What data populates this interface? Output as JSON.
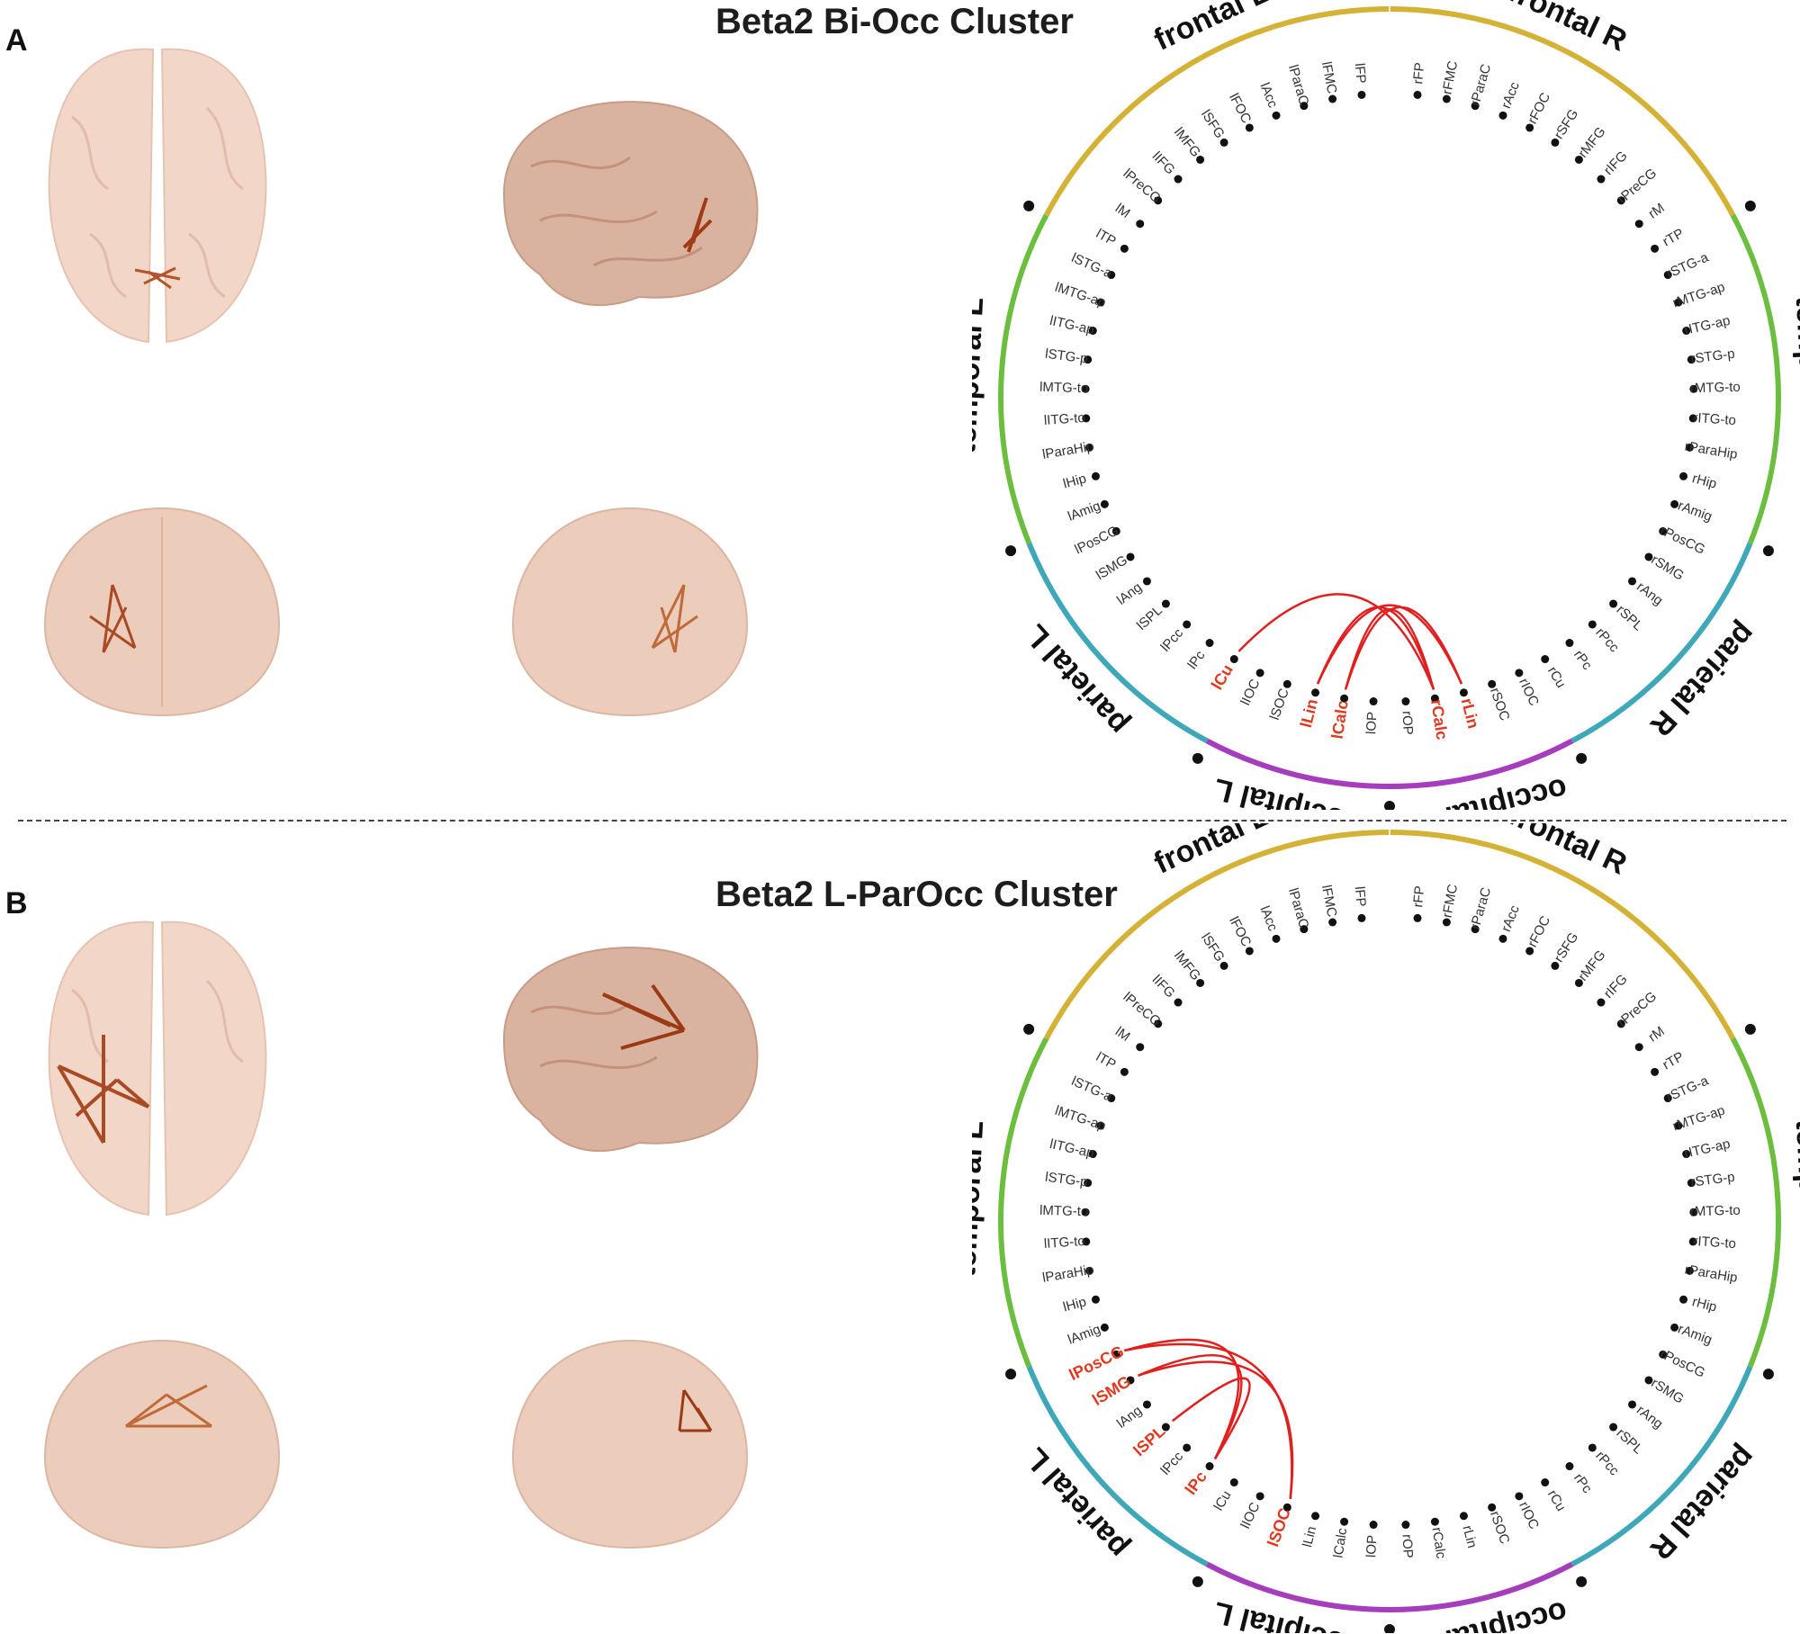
{
  "regions": [
    "lFP",
    "lFMC",
    "lParaC",
    "lAcc",
    "lFOC",
    "lSFG",
    "lMFG",
    "lIFG",
    "lPreCG",
    "lM",
    "lTP",
    "lSTG-a",
    "lMTG-ap",
    "lITG-ap",
    "lSTG-p",
    "lMTG-to",
    "lITG-to",
    "lParaHip",
    "lHip",
    "lAmig",
    "lPosCG",
    "lSMG",
    "lAng",
    "lSPL",
    "lPcc",
    "lPc",
    "lCu",
    "lIOC",
    "lSOC",
    "lLin",
    "lCalc",
    "lOP",
    "rOP",
    "rCalc",
    "rLin",
    "rSOC",
    "rIOC",
    "rCu",
    "rPc",
    "rPcc",
    "rSPL",
    "rAng",
    "rSMG",
    "rPosCG",
    "rAmig",
    "rHip",
    "rParaHip",
    "rITG-to",
    "rMTG-to",
    "rSTG-p",
    "rITG-ap",
    "rMTG-ap",
    "rSTG-a",
    "rTP",
    "rM",
    "rPreCG",
    "rIFG",
    "rMFG",
    "rSFG",
    "rFOC",
    "rAcc",
    "rParaC",
    "rFMC",
    "rFP"
  ],
  "lobes": [
    {
      "label": "frontal L",
      "color": "#d4b236"
    },
    {
      "label": "frontal R",
      "color": "#d4b236"
    },
    {
      "label": "temporal L",
      "color": "#6cbf3e"
    },
    {
      "label": "temporal R",
      "color": "#6cbf3e"
    },
    {
      "label": "parietal L",
      "color": "#3fa8b8"
    },
    {
      "label": "parietal R",
      "color": "#3fa8b8"
    },
    {
      "label": "occipital L",
      "color": "#a53dbd"
    },
    {
      "label": "occipital R",
      "color": "#a53dbd"
    }
  ],
  "colors": {
    "highlight": "#e0391f",
    "edge": "#e0201e",
    "node": "#111111",
    "label": "#333333"
  },
  "panels": [
    {
      "letter": "A",
      "title": "Beta2 Bi-Occ Cluster",
      "highlighted": [
        "lCu",
        "lLin",
        "lCalc",
        "rCalc",
        "rLin"
      ],
      "connections": [
        [
          "lCu",
          "rCalc"
        ],
        [
          "lLin",
          "rLin"
        ],
        [
          "lLin",
          "rCalc"
        ],
        [
          "lCalc",
          "rLin"
        ],
        [
          "lCalc",
          "rCalc"
        ]
      ]
    },
    {
      "letter": "B",
      "title": "Beta2 L-ParOcc Cluster",
      "highlighted": [
        "lPosCG",
        "lSMG",
        "lSPL",
        "lPc",
        "lSOC"
      ],
      "connections": [
        [
          "lPosCG",
          "lSOC"
        ],
        [
          "lSMG",
          "lSOC"
        ],
        [
          "lPosCG",
          "lPc"
        ],
        [
          "lSMG",
          "lPc"
        ],
        [
          "lSPL",
          "lPc"
        ]
      ]
    }
  ]
}
